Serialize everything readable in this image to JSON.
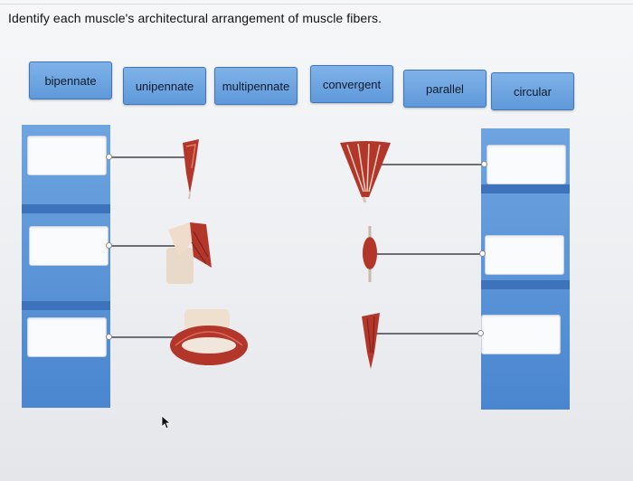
{
  "question": "Identify each muscle's architectural arrangement of muscle fibers.",
  "labels": [
    "bipennate",
    "unipennate",
    "multipennate",
    "convergent",
    "parallel",
    "circular"
  ],
  "colors": {
    "chip": "#6ea6e2",
    "column": "#4a86cf",
    "muscle": "#b3362a"
  }
}
